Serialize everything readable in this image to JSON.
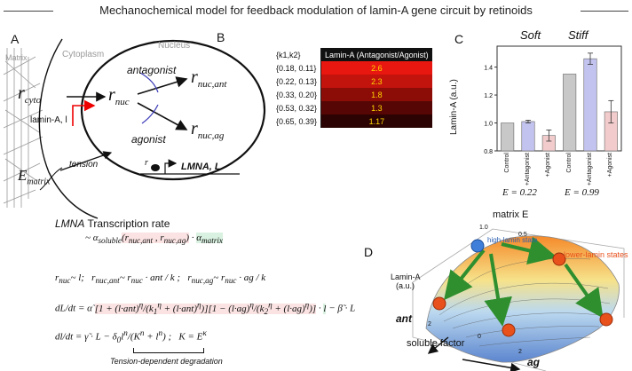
{
  "title": "Mechanochemical model for feedback modulation of lamin-A gene circuit by retinoids",
  "panelA": {
    "label": "A",
    "matrix": "Matrix",
    "cytoplasm": "Cytoplasm",
    "nucleus": "Nucleus",
    "antagonist": "antagonist",
    "agonist": "agonist",
    "r_cyto": "r",
    "r_cyto_sub": "cyto",
    "r_nuc": "r",
    "r_nuc_sub": "nuc",
    "r_ant": "r",
    "r_ant_sub": "nuc,ant",
    "r_ag": "r",
    "r_ag_sub": "nuc,ag",
    "lamin": "lamin-A, l",
    "tension": "tension",
    "ematrix": "E",
    "ematrix_sub": "matrix",
    "gene_r": "r",
    "gene": "LMNA, L"
  },
  "panelB": {
    "label": "B",
    "header_k": "{k1,k2}",
    "header_v": "Lamin-A (Antagonist/Agonist)",
    "rows": [
      {
        "k": "{0.18, 0.11}",
        "v": "2.6",
        "color": "#e8170f"
      },
      {
        "k": "{0.22, 0.13}",
        "v": "2.3",
        "color": "#c2130d"
      },
      {
        "k": "{0.33, 0.20}",
        "v": "1.8",
        "color": "#8c0c08"
      },
      {
        "k": "{0.53, 0.32}",
        "v": "1.3",
        "color": "#560705"
      },
      {
        "k": "{0.65, 0.39}",
        "v": "1.17",
        "color": "#2a0302"
      }
    ]
  },
  "panelC": {
    "label": "C",
    "group_soft": "Soft",
    "group_stiff": "Stiff",
    "ylabel": "Lamin-A (a.u.)",
    "e_soft": "E = 0.22",
    "e_stiff": "E = 0.99",
    "chart_data": {
      "type": "bar",
      "categories": [
        "Control",
        "+Antagonist",
        "+Agonist",
        "Control",
        "+Antagonist",
        "+Agonist"
      ],
      "values": [
        1.0,
        1.01,
        0.91,
        1.35,
        1.46,
        1.08
      ],
      "errors": [
        0.0,
        0.01,
        0.04,
        0.0,
        0.04,
        0.08
      ],
      "colors": [
        "#c8c8c8",
        "#c3c3ef",
        "#f2cccc",
        "#c8c8c8",
        "#c3c3ef",
        "#f2cccc"
      ],
      "ylim": [
        0.8,
        1.55
      ],
      "yticks": [
        "0.8",
        "1.0",
        "1.2",
        "1.4"
      ]
    }
  },
  "panelD": {
    "label": "D",
    "matrix": "matrix E",
    "tick_10": "1.0",
    "tick_05": "0.5",
    "high": "high-lamin state",
    "lower": "lower-lamin states",
    "ylabel1": "Lamin-A",
    "ylabel2": "(a.u.)",
    "ant": "ant",
    "soluble": "soluble factor",
    "ag": "ag",
    "tick_2a": "2",
    "tick_2b": "2",
    "tick_0": "0",
    "colors": {
      "high": "#3f7fd9",
      "low": "#e8501c",
      "arrow": "#2f8f2f"
    }
  },
  "equations": {
    "heading_it": "LMNA",
    "heading_rest": " Transcription rate",
    "deg_note": "Tension-dependent degradation"
  }
}
